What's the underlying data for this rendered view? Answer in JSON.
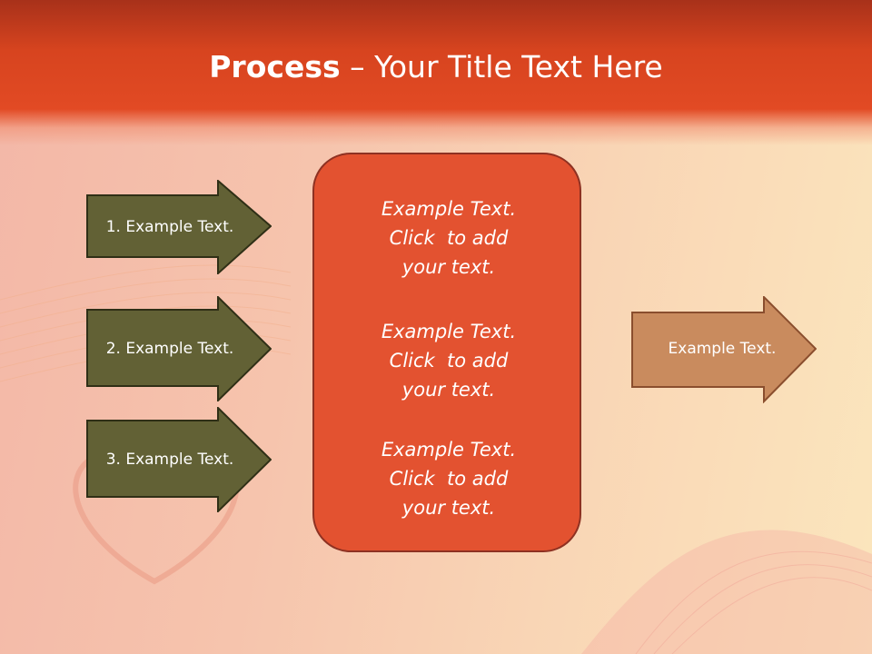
{
  "slide": {
    "title_bold": "Process",
    "title_rest": " – Your Title Text Here"
  },
  "left_arrows": [
    {
      "label": "1. Example Text."
    },
    {
      "label": "2. Example Text."
    },
    {
      "label": "3. Example Text."
    }
  ],
  "center_box": {
    "blocks": [
      {
        "line1": "Example Text.",
        "line2": "Click  to add",
        "line3": "your text."
      },
      {
        "line1": "Example Text.",
        "line2": "Click  to add",
        "line3": "your text."
      },
      {
        "line1": "Example Text.",
        "line2": "Click  to add",
        "line3": "your text."
      }
    ]
  },
  "right_arrow": {
    "label": "Example Text."
  },
  "colors": {
    "title_band": "#d7441f",
    "left_arrow_fill": "#626135",
    "center_box_fill": "#e35230",
    "right_arrow_fill": "#c98b5e"
  }
}
